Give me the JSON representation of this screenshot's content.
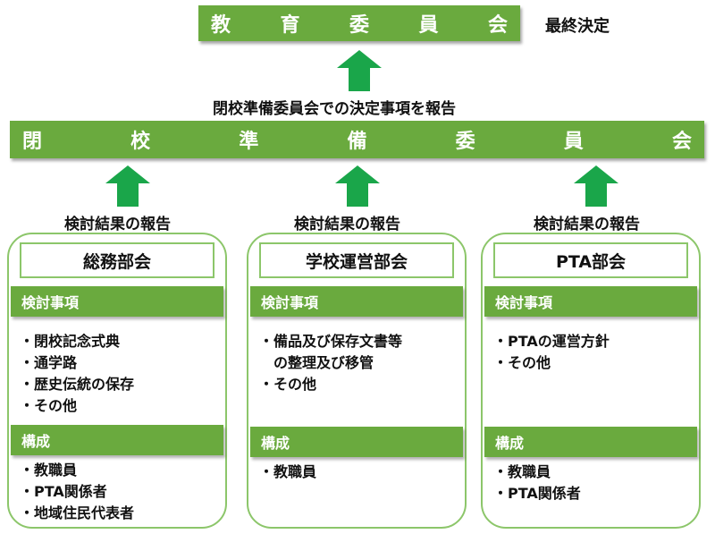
{
  "top": {
    "title_chars": [
      "教",
      "育",
      "委",
      "員",
      "会"
    ],
    "final_label": "最終決定"
  },
  "middle": {
    "report_caption": "閉校準備委員会での決定事項を報告",
    "title_chars": [
      "閉",
      "校",
      "準",
      "備",
      "委",
      "員",
      "会"
    ]
  },
  "report_label": "検討結果の報告",
  "colors": {
    "bar": "#6aaa3e",
    "border": "#8cc66a",
    "arrow": "#1aa64a"
  },
  "icons": [
    "up-arrow-icon"
  ],
  "panels": [
    {
      "title": "総務部会",
      "items_header": "検討事項",
      "items": [
        "閉校記念式典",
        "通学路",
        "歴史伝統の保存",
        "その他"
      ],
      "members_header": "構成",
      "members": [
        "教職員",
        "PTA関係者",
        "地域住民代表者"
      ]
    },
    {
      "title": "学校運営部会",
      "items_header": "検討事項",
      "items": [
        "備品及び保存文書等",
        "の整理及び移管",
        "その他"
      ],
      "members_header": "構成",
      "members": [
        "教職員"
      ]
    },
    {
      "title": "PTA部会",
      "items_header": "検討事項",
      "items": [
        "PTAの運営方針",
        "その他"
      ],
      "members_header": "構成",
      "members": [
        "教職員",
        "PTA関係者"
      ]
    }
  ]
}
